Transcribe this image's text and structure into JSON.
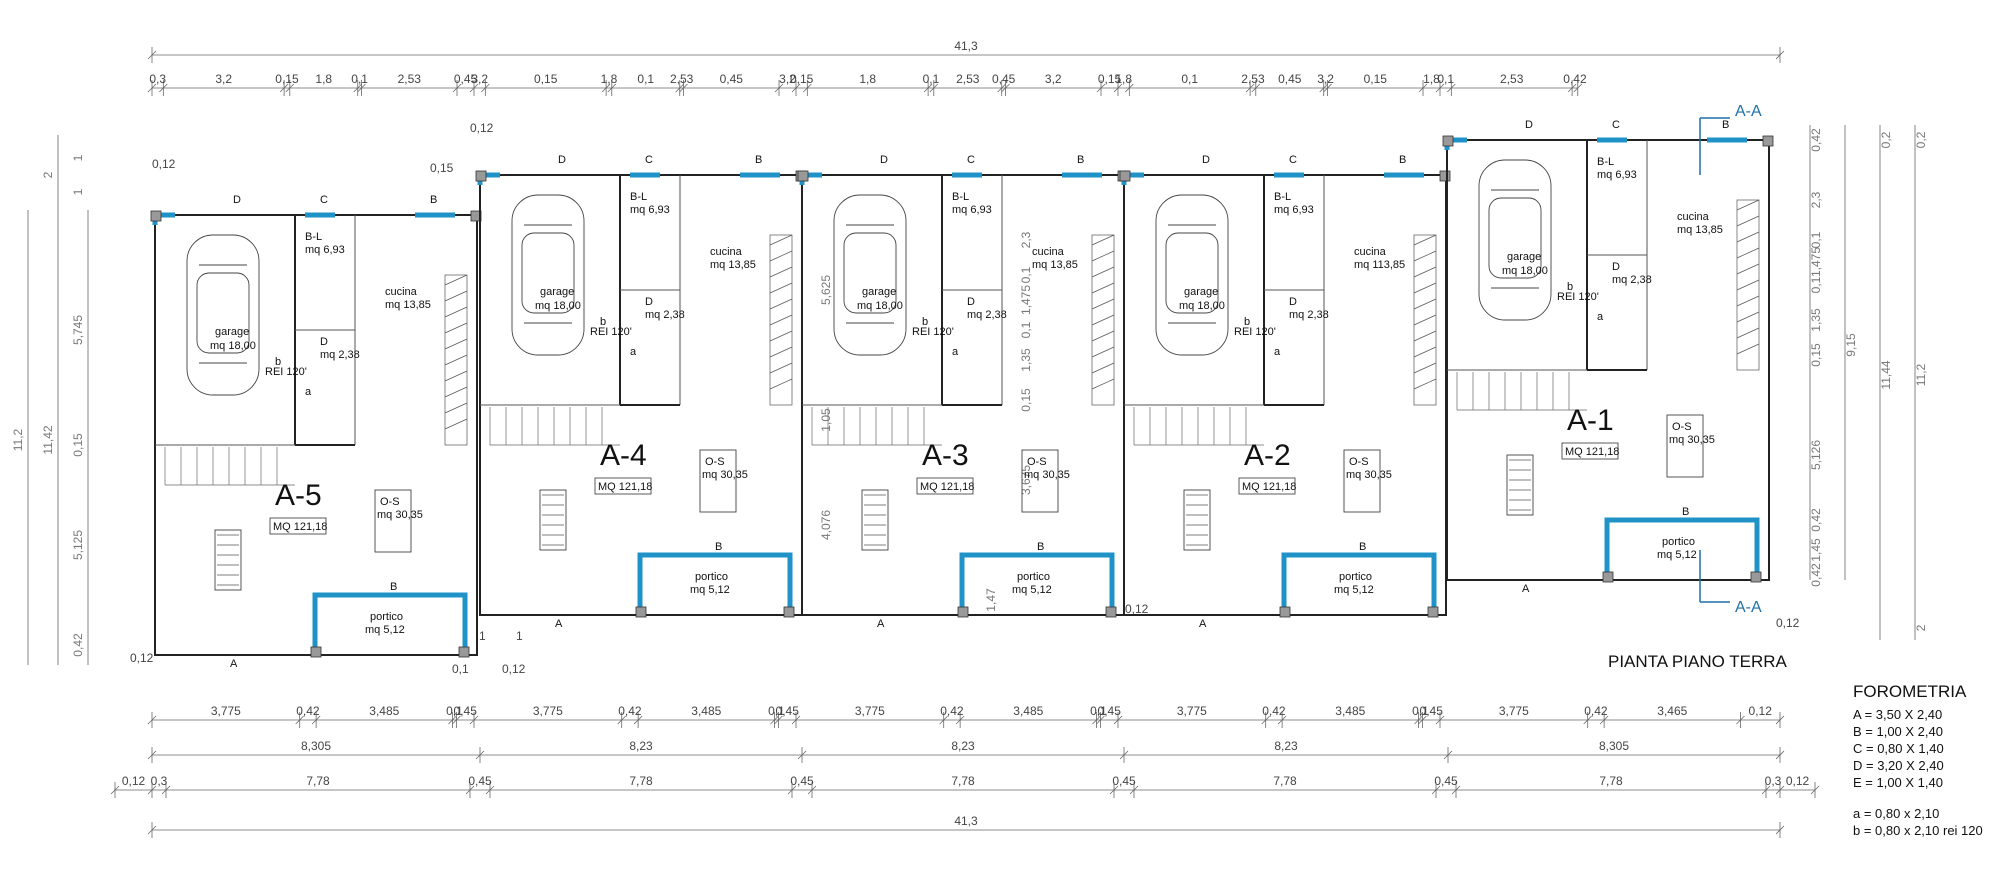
{
  "title": "PIANTA PIANO TERRA",
  "section_label_top": "A-A",
  "section_label_bottom": "A-A",
  "colors": {
    "insulation": "#1f93c8",
    "walls": "#222222",
    "dimensions": "#666666"
  },
  "dims": {
    "top_total": "41,3",
    "top_row": [
      "0,3",
      "3,2",
      "0,15",
      "1,8",
      "0,1",
      "2,53",
      "0,45",
      "3,2",
      "0,15",
      "1,8",
      "0,1",
      "2,53",
      "0,45",
      "3,2",
      "0,15",
      "1,8",
      "0,1",
      "2,53",
      "0,45",
      "3,2",
      "0,15",
      "1,8",
      "0,1",
      "2,53",
      "0,45",
      "3,2",
      "0,15",
      "1,8",
      "0,1",
      "2,53",
      "0,42"
    ],
    "bottom_row1": [
      "3,775",
      "0,42",
      "3,485",
      "0,1",
      "0,45",
      "3,775",
      "0,42",
      "3,485",
      "0,1",
      "0,45",
      "3,775",
      "0,42",
      "3,485",
      "0,1",
      "0,45",
      "3,775",
      "0,42",
      "3,485",
      "0,1",
      "0,45",
      "3,775",
      "0,42",
      "3,465",
      "0,12"
    ],
    "bottom_row2": [
      "8,305",
      "8,23",
      "8,23",
      "8,23",
      "8,305"
    ],
    "bottom_row3": [
      "0,12",
      "0,3",
      "7,78",
      "0,45",
      "7,78",
      "0,45",
      "7,78",
      "0,45",
      "7,78",
      "0,45",
      "7,78",
      "0,3",
      "0,12"
    ],
    "bottom_total": "41,3",
    "left_vertical": [
      "11,2",
      "11,42",
      "5,745",
      "0,15",
      "5,125",
      "0,42",
      "2",
      "1",
      "1"
    ],
    "right_vertical": [
      "0,42",
      "2,3",
      "0,1",
      "1,475",
      "0,1",
      "1,35",
      "0,15",
      "5,126",
      "0,42",
      "1,45",
      "0,42",
      "9,15",
      "11,44",
      "11,2",
      "0,2",
      "0,2",
      "2"
    ],
    "misc": [
      "0,12",
      "0,12",
      "0,12",
      "0,12",
      "0,12",
      "0,1",
      "0,12",
      "0,15",
      "1",
      "1",
      "3,675",
      "1,47",
      "4,076",
      "1,05",
      "5,625",
      "2,3",
      "0,1",
      "1,475",
      "0,1",
      "1,35",
      "0,15"
    ]
  },
  "units": [
    {
      "name": "A-5",
      "mq": "MQ 121,18",
      "garage_label": "garage",
      "garage_mq": "mq  18,00",
      "bl_label": "B-L",
      "bl_mq": "mq 6,93",
      "cucina_label": "cucina",
      "cucina_mq": "mq 13,85",
      "d_label": "D",
      "d_mq": "mq  2,38",
      "os_label": "O-S",
      "os_mq": "mq 30,35",
      "portico_label": "portico",
      "portico_mq": "mq  5,12",
      "rei": "REI 120'"
    },
    {
      "name": "A-4",
      "mq": "MQ 121,18",
      "garage_label": "garage",
      "garage_mq": "mq  18,00",
      "bl_label": "B-L",
      "bl_mq": "mq 6,93",
      "cucina_label": "cucina",
      "cucina_mq": "mq 13,85",
      "d_label": "D",
      "d_mq": "mq  2,38",
      "os_label": "O-S",
      "os_mq": "mq 30,35",
      "portico_label": "portico",
      "portico_mq": "mq  5,12",
      "rei": "REI 120'"
    },
    {
      "name": "A-3",
      "mq": "MQ 121,18",
      "garage_label": "garage",
      "garage_mq": "mq  18,00",
      "bl_label": "B-L",
      "bl_mq": "mq 6,93",
      "cucina_label": "cucina",
      "cucina_mq": "mq 13,85",
      "d_label": "D",
      "d_mq": "mq  2,38",
      "os_label": "O-S",
      "os_mq": "mq 30,35",
      "portico_label": "portico",
      "portico_mq": "mq  5,12",
      "rei": "REI 120'"
    },
    {
      "name": "A-2",
      "mq": "MQ 121,18",
      "garage_label": "garage",
      "garage_mq": "mq  18,00",
      "bl_label": "B-L",
      "bl_mq": "mq 6,93",
      "cucina_label": "cucina",
      "cucina_mq": "mq 113,85",
      "d_label": "D",
      "d_mq": "mq  2,38",
      "os_label": "O-S",
      "os_mq": "mq 30,35",
      "portico_label": "portico",
      "portico_mq": "mq  5,12",
      "rei": "REI 120'"
    },
    {
      "name": "A-1",
      "mq": "MQ 121,18",
      "garage_label": "garage",
      "garage_mq": "mq  18,00",
      "bl_label": "B-L",
      "bl_mq": "mq 6,93",
      "cucina_label": "cucina",
      "cucina_mq": "mq 13,85",
      "d_label": "D",
      "d_mq": "mq  2,38",
      "os_label": "O-S",
      "os_mq": "mq 30,35",
      "portico_label": "portico",
      "portico_mq": "mq  5,12",
      "rei": "REI 120'"
    }
  ],
  "window_marks": [
    "D",
    "C",
    "B",
    "A",
    "a",
    "b"
  ],
  "legend": {
    "heading": "FOROMETRIA",
    "items": [
      "A =  3,50 X 2,40",
      "B =  1,00 X 2,40",
      "C =  0,80 X 1,40",
      "D =  3,20 X 2,40",
      "E =  1,00 X 1,40"
    ],
    "doors": [
      "a =  0,80 x 2,10",
      "b =  0,80 x 2,10 rei 120"
    ]
  }
}
